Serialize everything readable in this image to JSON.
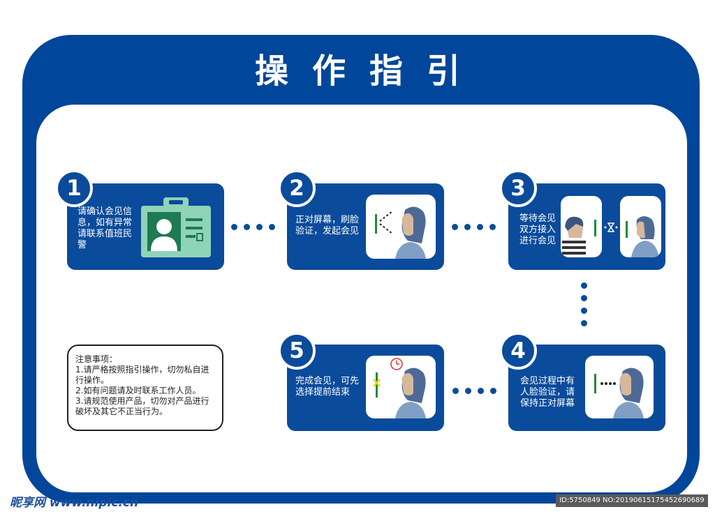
{
  "title": "操作指引",
  "steps": [
    {
      "number": "1",
      "lines": [
        "请确认会见信",
        "息，如有异常",
        "请联系值班民",
        "警"
      ]
    },
    {
      "number": "2",
      "lines": [
        "正对屏幕，刷脸",
        "验证，发起会见"
      ]
    },
    {
      "number": "3",
      "lines": [
        "等待会见",
        "双方接入",
        "进行会见"
      ]
    },
    {
      "number": "4",
      "lines": [
        "会见过程中有",
        "人脸验证，请",
        "保持正对屏幕"
      ]
    },
    {
      "number": "5",
      "lines": [
        "完成会见，可先",
        "选择提前结束"
      ]
    }
  ],
  "notice": {
    "heading": "注意事项：",
    "lines": [
      "1.请严格按照指引操作，切勿私自进",
      "行操作。",
      "2.如有问题请及时联系工作人员。",
      "3.请规范使用产品，切勿对产品进行",
      "破坏及其它不正当行为。"
    ]
  },
  "watermark": {
    "left": "昵享网 www.nipic.cn",
    "right": "ID:5750849 NO:20190615175452690689"
  },
  "colors": {
    "brand": "#00469a",
    "card": "#0a4b9b",
    "accent_green": "#1e8a3c",
    "id_card": "#8fd3b8"
  }
}
